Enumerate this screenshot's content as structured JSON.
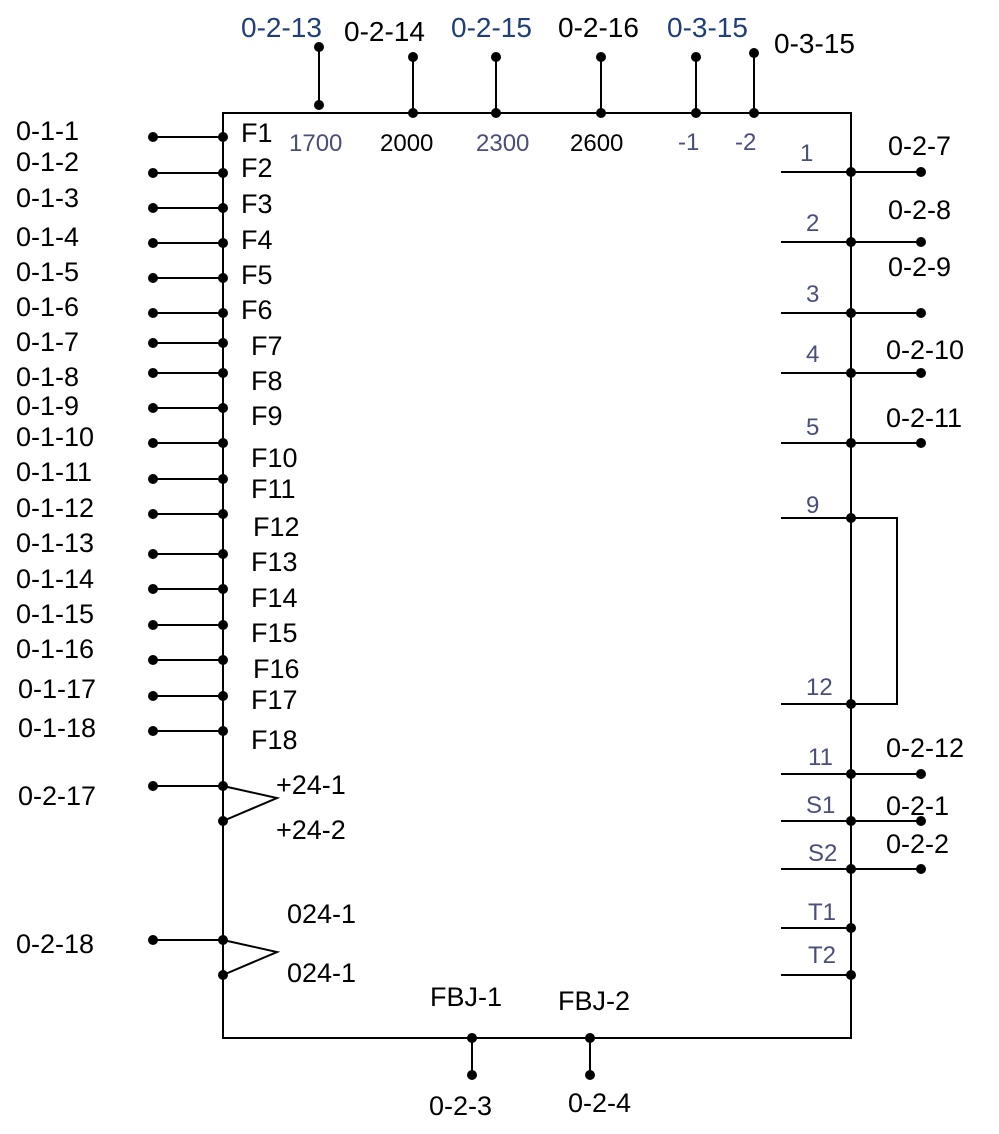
{
  "colors": {
    "line": "#000000",
    "blue_label": "#1f3f7a",
    "pin_label": "#4a4e7a"
  },
  "top": {
    "wire_labels": [
      "0-2-13",
      "0-2-14",
      "0-2-15",
      "0-2-16",
      "0-3-15",
      "0-3-15"
    ],
    "pin_labels": [
      "1700",
      "2000",
      "2300",
      "2600",
      "-1",
      "-2"
    ]
  },
  "left": {
    "wire_labels": [
      "0-1-1",
      "0-1-2",
      "0-1-3",
      "0-1-4",
      "0-1-5",
      "0-1-6",
      "0-1-7",
      "0-1-8",
      "0-1-9",
      "0-1-10",
      "0-1-11",
      "0-1-12",
      "0-1-13",
      "0-1-14",
      "0-1-15",
      "0-1-16",
      "0-1-17",
      "0-1-18"
    ],
    "pin_labels": [
      "F1",
      "F2",
      "F3",
      "F4",
      "F5",
      "F6",
      "F7",
      "F8",
      "F9",
      "F10",
      "F11",
      "F12",
      "F13",
      "F14",
      "F15",
      "F16",
      "F17",
      "F18"
    ],
    "power_pos": {
      "wire": "0-2-17",
      "pin_a": "+24-1",
      "pin_b": "+24-2"
    },
    "power_neg": {
      "wire": "0-2-18",
      "pin_a": "024-1",
      "pin_b": "024-1"
    }
  },
  "right": {
    "pin_labels": [
      "1",
      "2",
      "3",
      "4",
      "5",
      "9",
      "12",
      "11",
      "S1",
      "S2",
      "T1",
      "T2"
    ],
    "wire_labels": [
      "0-2-7",
      "0-2-8",
      "0-2-9",
      "0-2-10",
      "0-2-11",
      "0-2-12",
      "0-2-1",
      "0-2-2"
    ]
  },
  "bottom": {
    "pin_labels": [
      "FBJ-1",
      "FBJ-2"
    ],
    "wire_labels": [
      "0-2-3",
      "0-2-4"
    ]
  }
}
